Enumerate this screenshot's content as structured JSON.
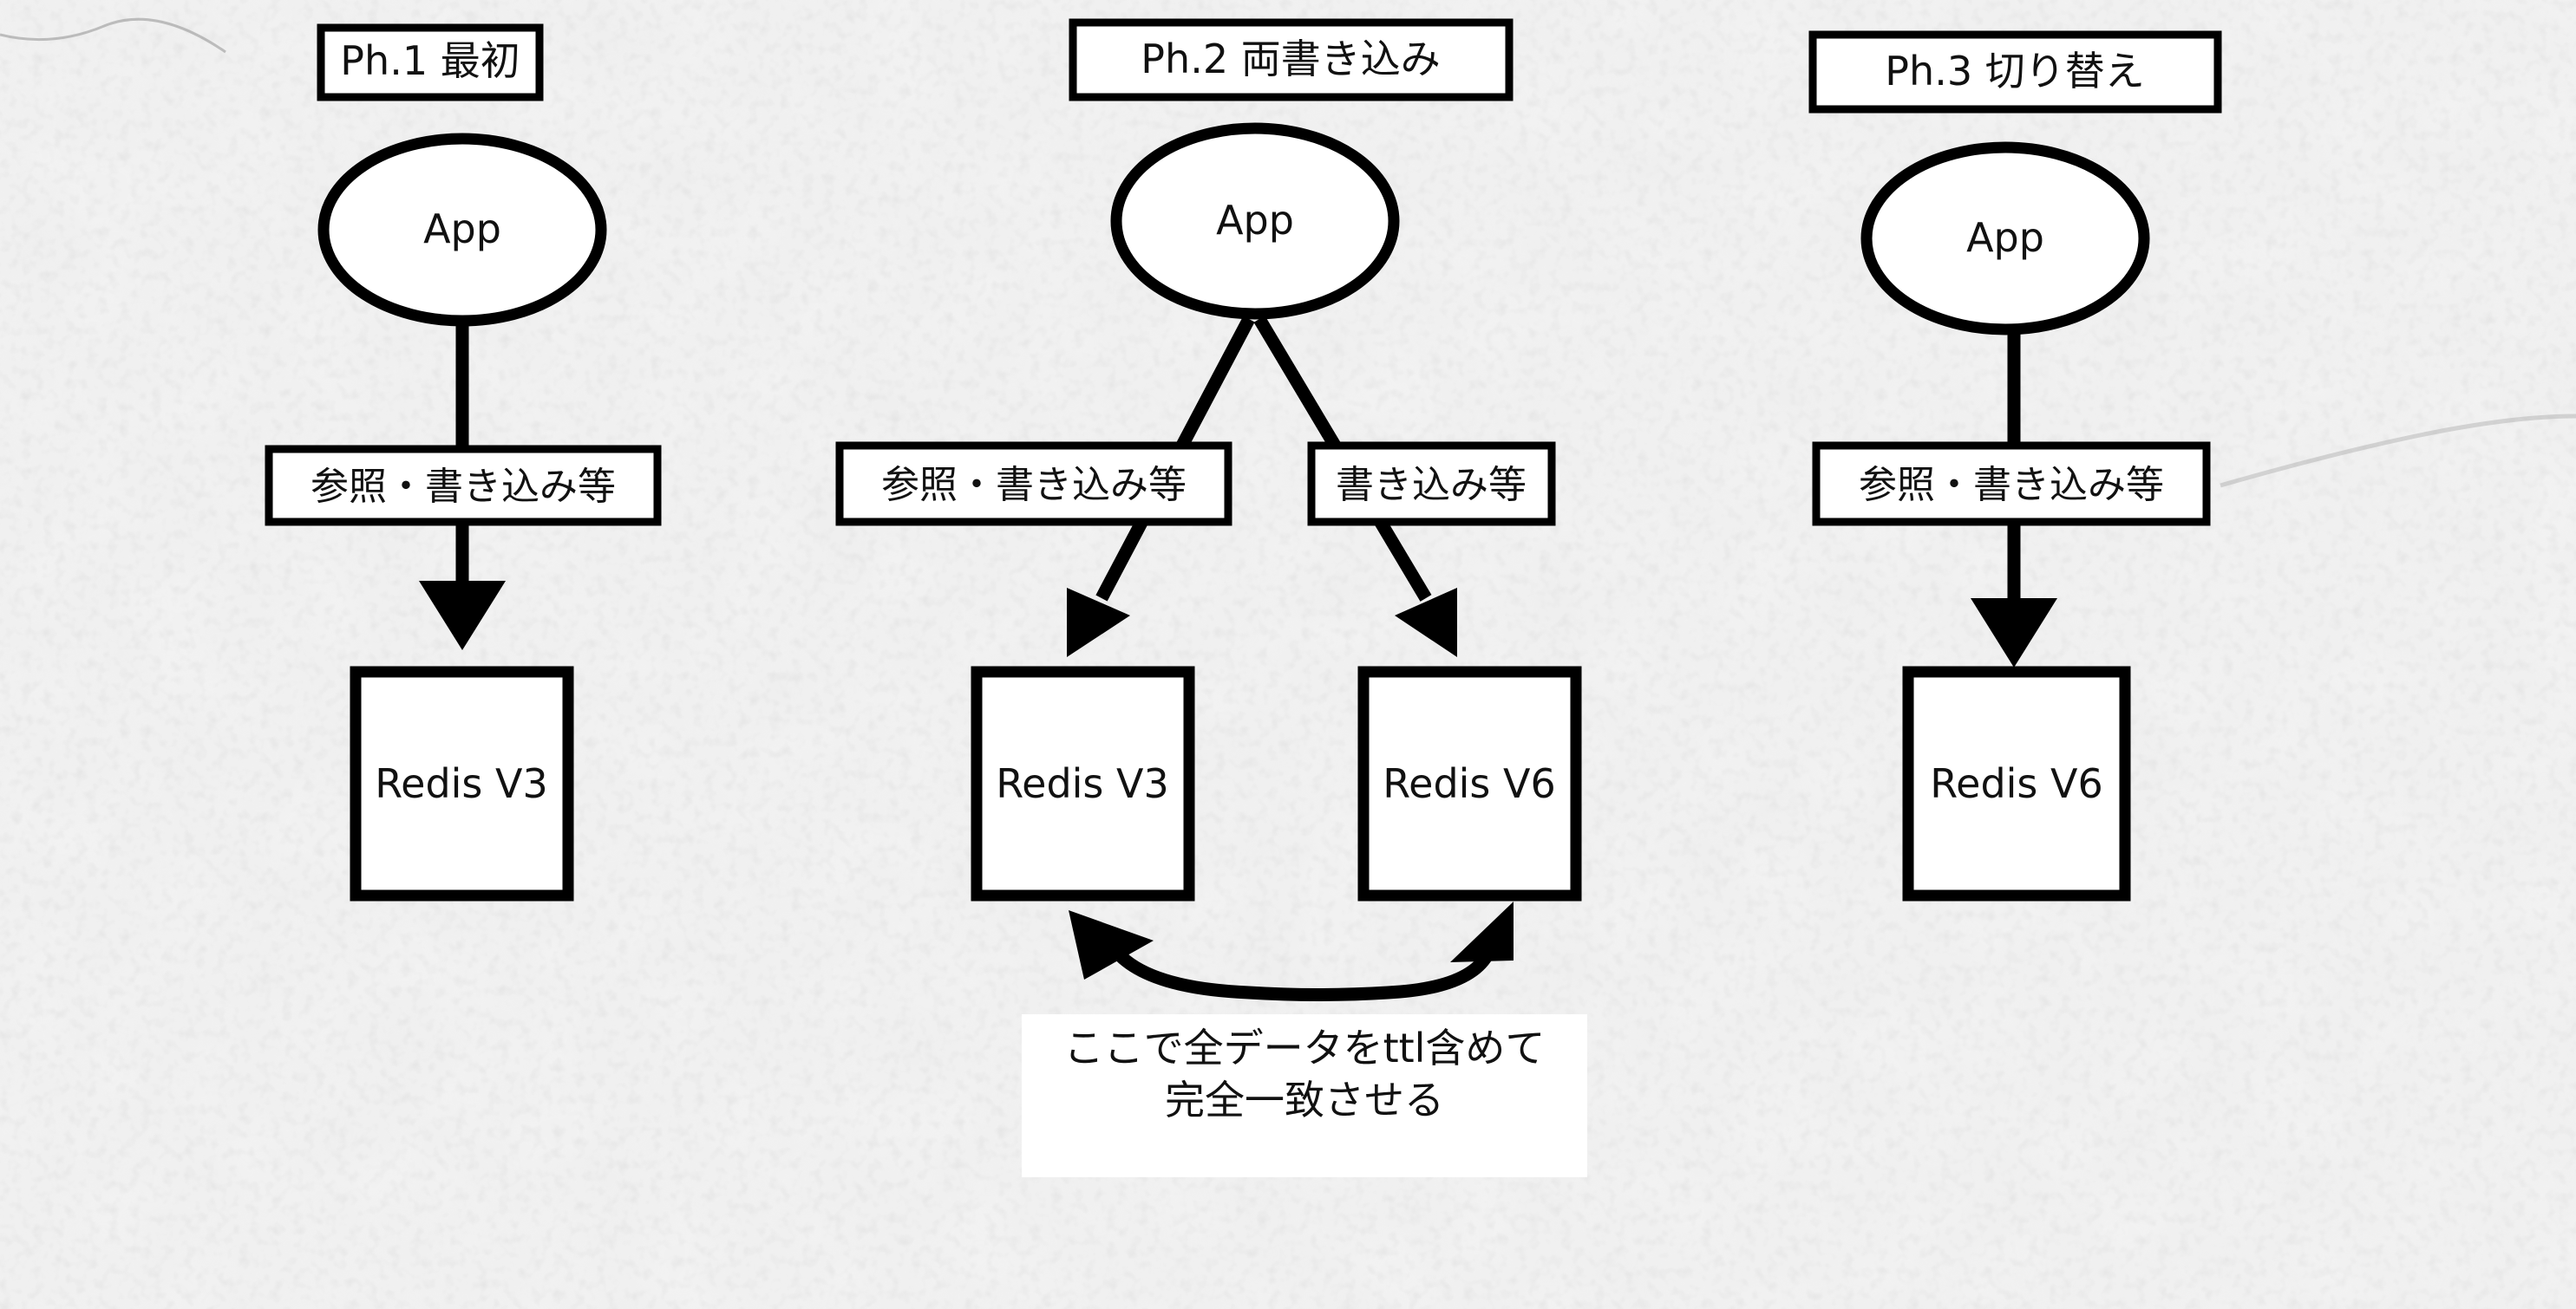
{
  "colors": {
    "stroke": "#000000",
    "box_fill": "#ffffff",
    "background": "#ededed",
    "note_fill": "#ffffff"
  },
  "phases": [
    {
      "title": "Ph.1 最初",
      "app": "App",
      "edges": [
        {
          "label": "参照・書き込み等"
        }
      ],
      "nodes": [
        "Redis V3"
      ]
    },
    {
      "title": "Ph.2 両書き込み",
      "app": "App",
      "edges": [
        {
          "label": "参照・書き込み等"
        },
        {
          "label": "書き込み等"
        }
      ],
      "nodes": [
        "Redis V3",
        "Redis V6"
      ],
      "sync_note": {
        "line1": "ここで全データをttl含めて",
        "line2": "完全一致させる"
      }
    },
    {
      "title": "Ph.3 切り替え",
      "app": "App",
      "edges": [
        {
          "label": "参照・書き込み等"
        }
      ],
      "nodes": [
        "Redis V6"
      ]
    }
  ]
}
